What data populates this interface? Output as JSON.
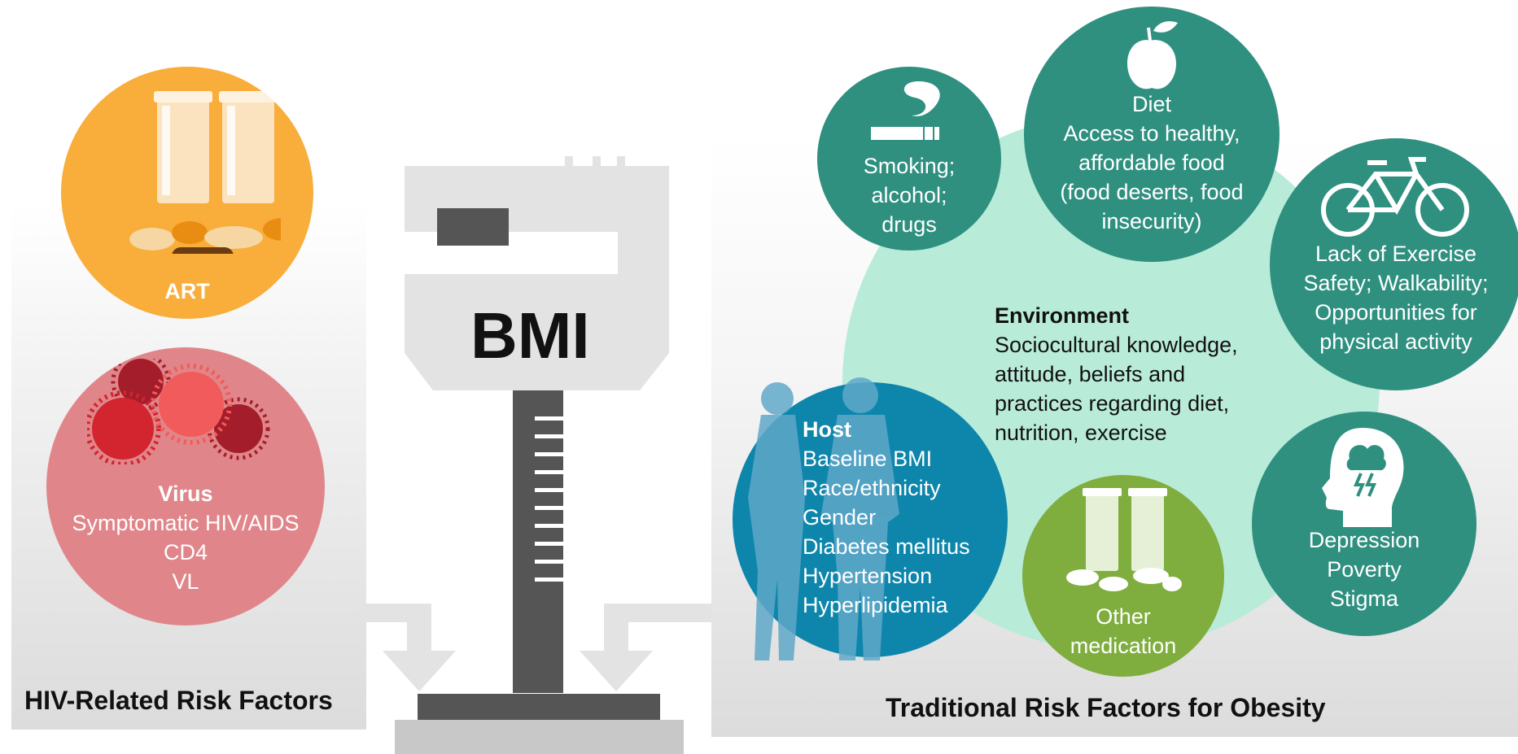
{
  "left_panel": {
    "title": "HIV-Related Risk Factors",
    "art": {
      "heading": "ART",
      "icon": "pill-bottles-icon",
      "color": "#f9ad3a"
    },
    "virus": {
      "heading": "Virus",
      "lines": [
        "Symptomatic HIV/AIDS",
        "CD4",
        "VL"
      ],
      "icon": "virus-icon",
      "color": "#e0868a"
    }
  },
  "center": {
    "label": "BMI",
    "icon": "measuring-scale-icon"
  },
  "right_panel": {
    "title": "Traditional Risk Factors for Obesity",
    "environment": {
      "heading": "Environment",
      "lines": [
        "Sociocultural knowledge,",
        "attitude, beliefs and",
        "practices regarding diet,",
        "nutrition, exercise"
      ],
      "color": "#b9ebd9"
    },
    "smoking": {
      "lines": [
        "Smoking;",
        "alcohol;",
        "drugs"
      ],
      "icon": "cigarette-icon"
    },
    "diet": {
      "heading": "Diet",
      "lines": [
        "Access to healthy,",
        "affordable food",
        "(food deserts, food",
        "insecurity)"
      ],
      "icon": "apple-icon"
    },
    "exercise": {
      "heading": "Lack of Exercise",
      "lines": [
        "Safety; Walkability;",
        "Opportunities for",
        "physical activity"
      ],
      "icon": "bicycle-icon"
    },
    "depression": {
      "lines": [
        "Depression",
        "Poverty",
        "Stigma"
      ],
      "icon": "head-storm-icon"
    },
    "medication": {
      "lines": [
        "Other",
        "medication"
      ],
      "icon": "pill-bottles-icon",
      "color": "#7fae3e"
    },
    "host": {
      "heading": "Host",
      "lines": [
        "Baseline BMI",
        "Race/ethnicity",
        "Gender",
        "Diabetes mellitus",
        "Hypertension",
        "Hyperlipidemia"
      ],
      "icon": "people-silhouette-icon",
      "color": "#0e86ab"
    },
    "teal_color": "#2f9080"
  }
}
